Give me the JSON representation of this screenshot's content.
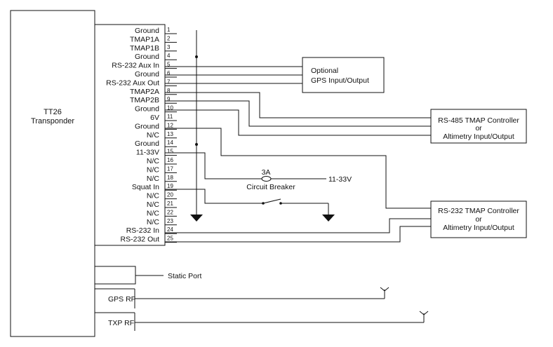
{
  "transponder": {
    "title": "TT26",
    "subtitle": "Transponder"
  },
  "pins": [
    {
      "num": "1",
      "label": "Ground"
    },
    {
      "num": "2",
      "label": "TMAP1A"
    },
    {
      "num": "3",
      "label": "TMAP1B"
    },
    {
      "num": "4",
      "label": "Ground"
    },
    {
      "num": "5",
      "label": "RS-232 Aux In"
    },
    {
      "num": "6",
      "label": "Ground"
    },
    {
      "num": "7",
      "label": "RS-232 Aux Out"
    },
    {
      "num": "8",
      "label": "TMAP2A"
    },
    {
      "num": "9",
      "label": "TMAP2B"
    },
    {
      "num": "10",
      "label": "Ground"
    },
    {
      "num": "11",
      "label": "6V"
    },
    {
      "num": "12",
      "label": "Ground"
    },
    {
      "num": "13",
      "label": "N/C"
    },
    {
      "num": "14",
      "label": "Ground"
    },
    {
      "num": "15",
      "label": "11-33V"
    },
    {
      "num": "16",
      "label": "N/C"
    },
    {
      "num": "17",
      "label": "N/C"
    },
    {
      "num": "18",
      "label": "N/C"
    },
    {
      "num": "19",
      "label": "Squat In"
    },
    {
      "num": "20",
      "label": "N/C"
    },
    {
      "num": "21",
      "label": "N/C"
    },
    {
      "num": "22",
      "label": "N/C"
    },
    {
      "num": "23",
      "label": "N/C"
    },
    {
      "num": "24",
      "label": "RS-232 In"
    },
    {
      "num": "25",
      "label": "RS-232 Out"
    }
  ],
  "gps_box": {
    "line1": "Optional",
    "line2": "GPS Input/Output"
  },
  "rs485_box": {
    "line1": "RS-485 TMAP Controller",
    "line2": "or",
    "line3": "Altimetry Input/Output"
  },
  "rs232_box": {
    "line1": "RS-232 TMAP Controller",
    "line2": "or",
    "line3": "Altimetry Input/Output"
  },
  "breaker": {
    "rating": "3A",
    "label": "Circuit Breaker",
    "supply": "11-33V"
  },
  "static_port": "Static Port",
  "gps_rf": "GPS RF",
  "txp_rf": "TXP RF"
}
